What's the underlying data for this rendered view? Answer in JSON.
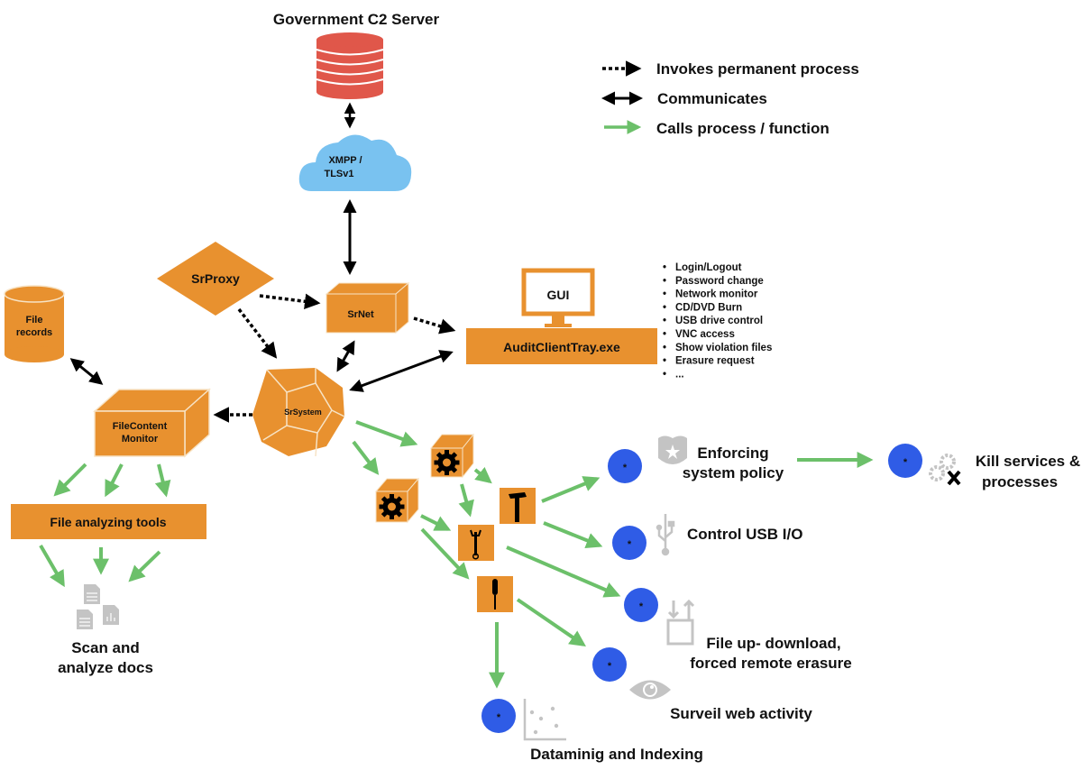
{
  "colors": {
    "component": "#E8912F",
    "component_edge": "#F7E3C5",
    "server": "#E0574A",
    "cloud": "#79C2F0",
    "call_arrow": "#6CC06A",
    "function_node": "#2F5CE6",
    "gray_icon": "#C4C4C4",
    "black": "#000000"
  },
  "title": "Government C2 Server",
  "legend": {
    "items": [
      {
        "style": "dotted-arrow",
        "label": "Invokes permanent process"
      },
      {
        "style": "double-arrow",
        "label": "Communicates"
      },
      {
        "style": "green-arrow",
        "label": "Calls process / function"
      }
    ]
  },
  "nodes": {
    "cloud": {
      "line1": "XMPP /",
      "line2": "TLSv1"
    },
    "srproxy": "SrProxy",
    "srnet": "SrNet",
    "gui": "GUI",
    "audit_client": "AuditClientTray.exe",
    "file_records": {
      "line1": "File",
      "line2": "records"
    },
    "file_content_monitor": {
      "line1": "FileContent",
      "line2": "Monitor"
    },
    "srsystem": "SrSystem",
    "file_tools": "File analyzing tools",
    "scan_docs": {
      "line1": "Scan and",
      "line2": "analyze docs"
    }
  },
  "gui_features": [
    "Login/Logout",
    "Password change",
    "Network monitor",
    "CD/DVD Burn",
    "USB drive control",
    "VNC access",
    "Show violation files",
    "Erasure request",
    "..."
  ],
  "bullet": "•",
  "function_marker": "*",
  "functions": {
    "enforce": {
      "line1": "Enforcing",
      "line2": "system policy",
      "icon": "police-badge-icon"
    },
    "kill": {
      "line1": "Kill services &",
      "line2": "processes",
      "icon": "gears-cross-icon"
    },
    "usb": {
      "label": "Control USB I/O",
      "icon": "usb-icon"
    },
    "file_transfer": {
      "line1": "File up- download,",
      "line2": "forced remote erasure",
      "icon": "upload-download-icon"
    },
    "surveil": {
      "label": "Surveil web activity",
      "icon": "eye-icon"
    },
    "datamining": {
      "label": "Dataminig and Indexing",
      "icon": "scatter-plot-icon"
    }
  },
  "tools": [
    "gear",
    "gear",
    "hammer",
    "wrench",
    "screwdriver"
  ]
}
